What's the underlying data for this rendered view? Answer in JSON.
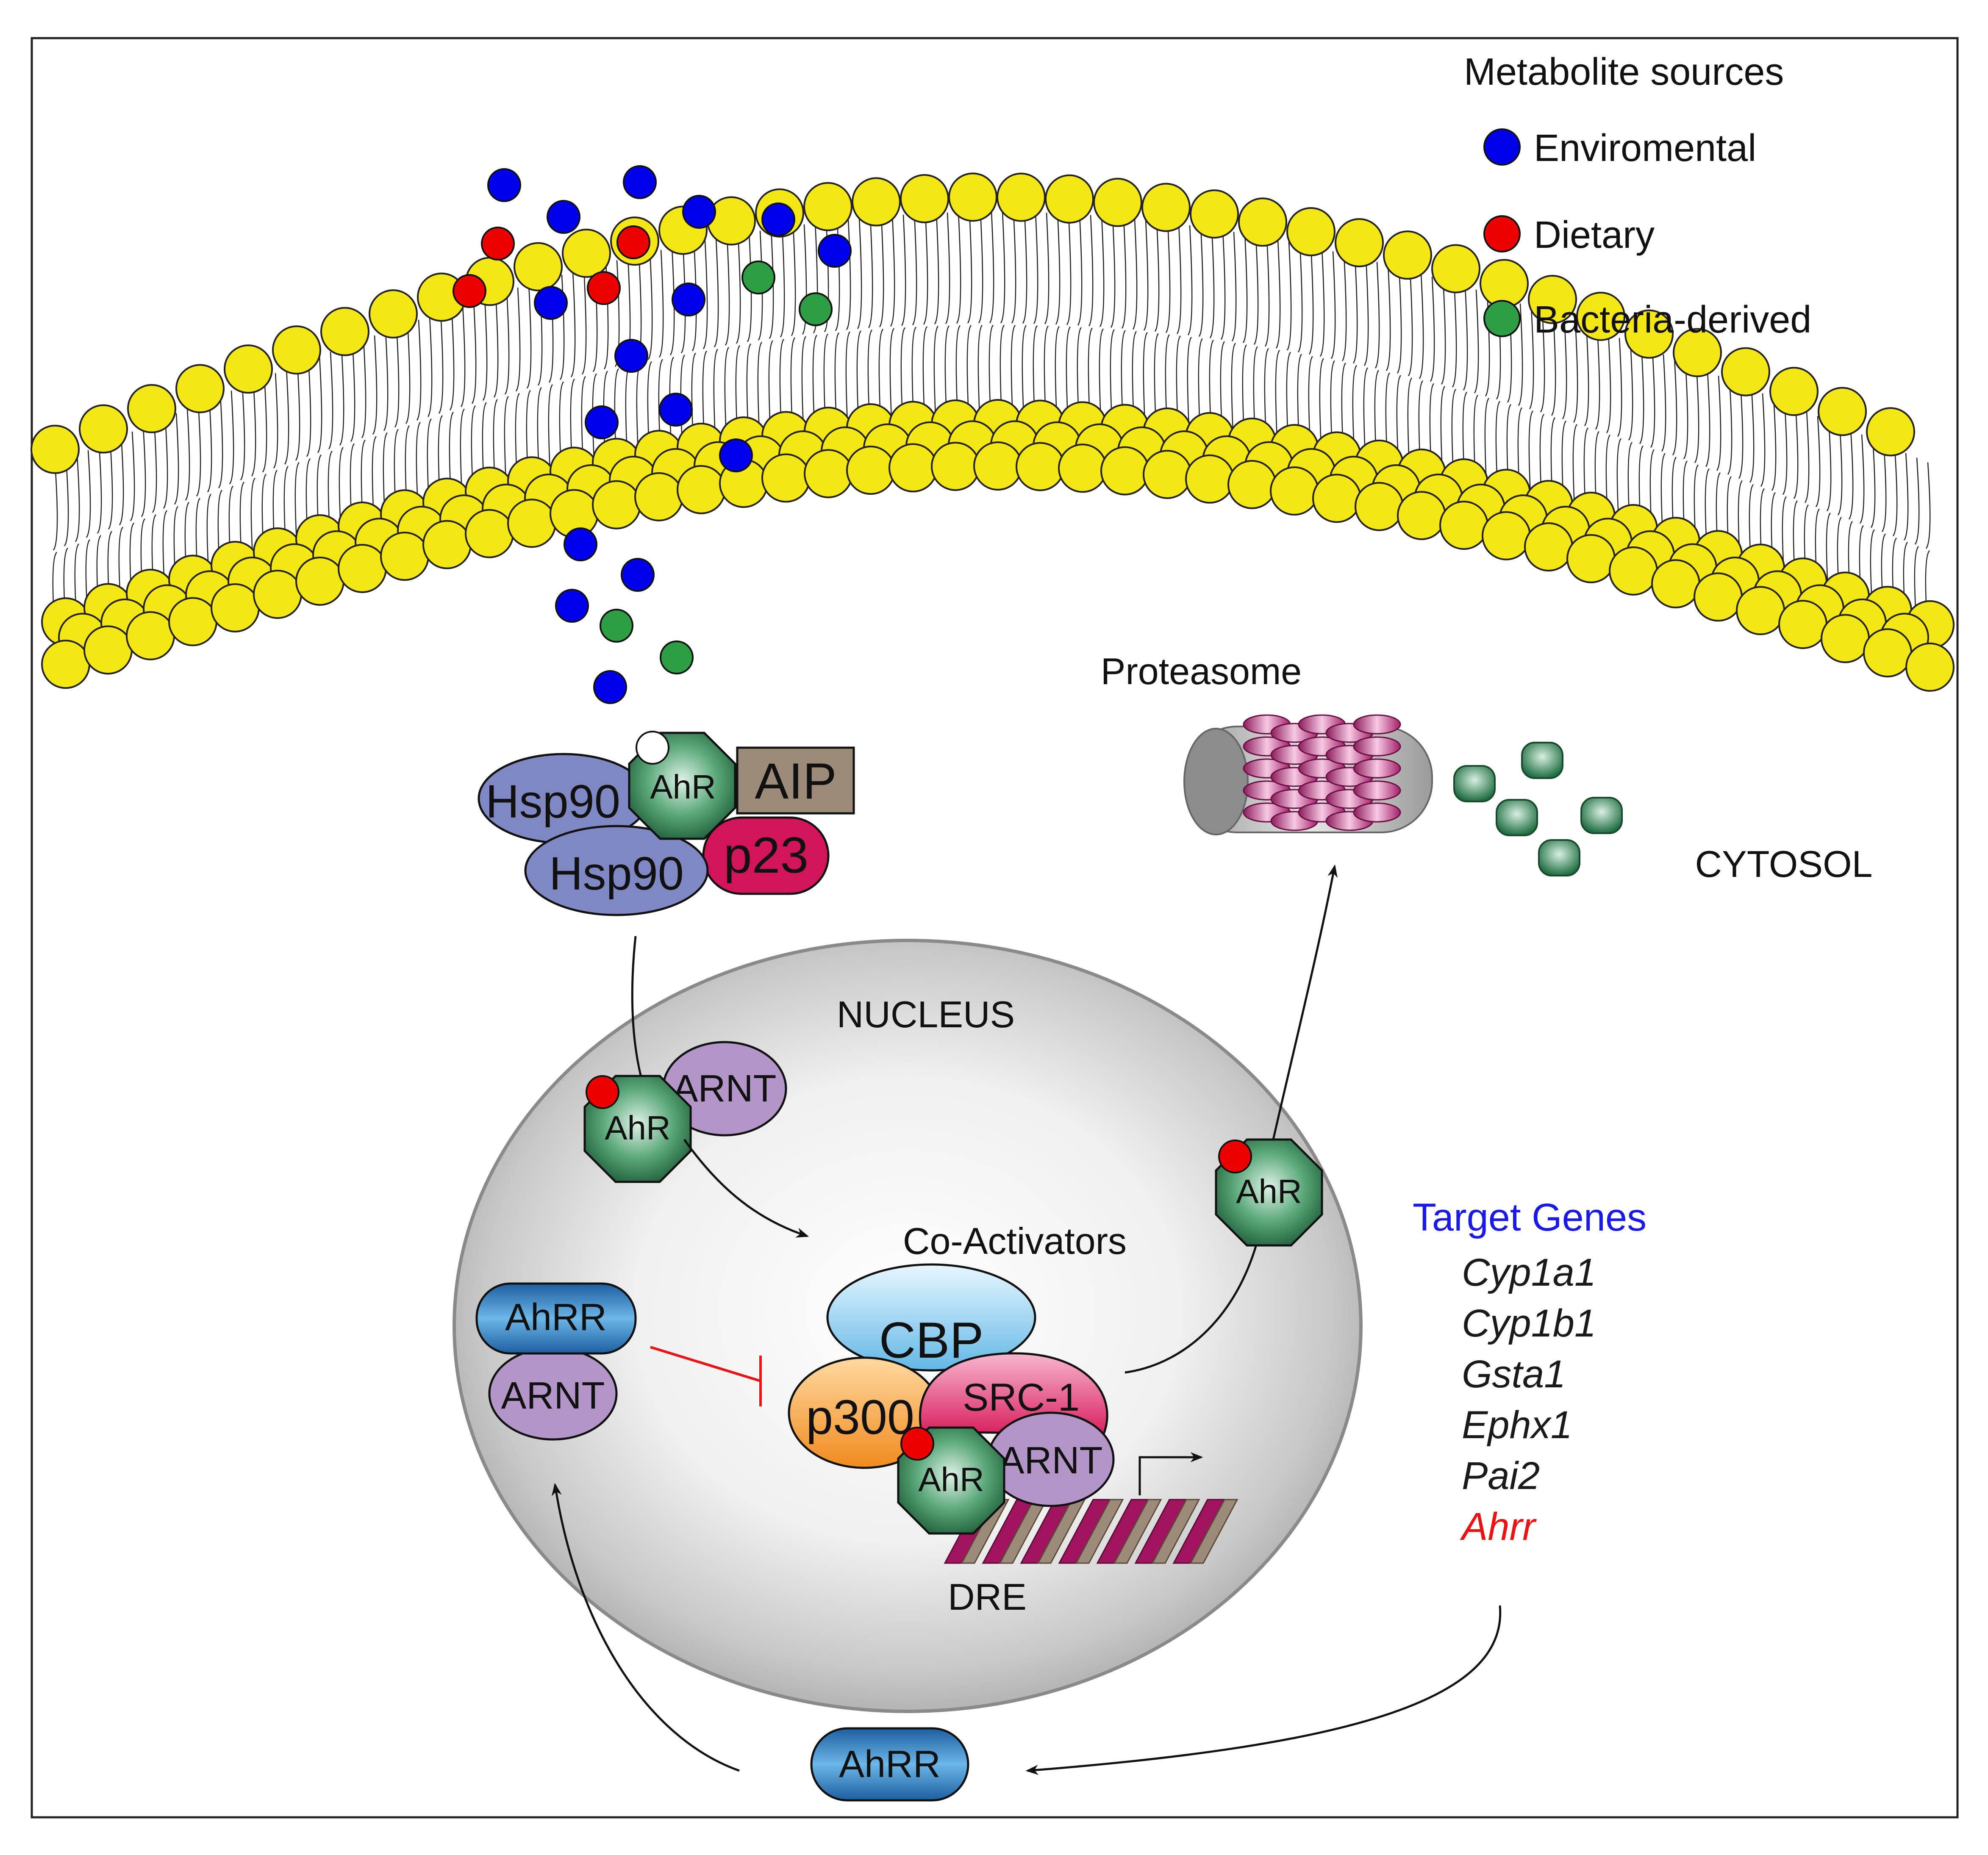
{
  "legend": {
    "title": "Metabolite sources",
    "items": [
      {
        "label": "Enviromental",
        "color": "#0000ee"
      },
      {
        "label": "Dietary",
        "color": "#ee0000"
      },
      {
        "label": "Bacteria-derived",
        "color": "#2e9e44"
      }
    ]
  },
  "labels": {
    "proteasome": "Proteasome",
    "cytosol": "CYTOSOL",
    "nucleus": "NUCLEUS",
    "coactivators": "Co-Activators",
    "dre": "DRE",
    "target_genes_title": "Target Genes"
  },
  "proteins": {
    "hsp90": "Hsp90",
    "ahr": "AhR",
    "aip": "AIP",
    "p23": "p23",
    "arnt": "ARNT",
    "ahrr": "AhRR",
    "cbp": "CBP",
    "p300": "p300",
    "src1": "SRC-1"
  },
  "target_genes": [
    {
      "name": "Cyp1a1",
      "color": "#1a1a1a"
    },
    {
      "name": "Cyp1b1",
      "color": "#1a1a1a"
    },
    {
      "name": "Gsta1",
      "color": "#1a1a1a"
    },
    {
      "name": "Ephx1",
      "color": "#1a1a1a"
    },
    {
      "name": "Pai2",
      "color": "#1a1a1a"
    },
    {
      "name": "Ahrr",
      "color": "#ee1111"
    }
  ],
  "colors": {
    "membrane_head": "#f5e616",
    "hsp90": "#8088c4",
    "ahr": "#2b7a4b",
    "aip": "#9b8b78",
    "p23": "#d4145a",
    "arnt": "#b495c8",
    "ahrr": "#2a7fc0",
    "cbp": "#9fd6f0",
    "p300": "#f5a93a",
    "src1": "#e8437d",
    "ligand": "#ee0000",
    "target_genes_title": "#1a1ae8",
    "inhibition": "#ee1111"
  }
}
